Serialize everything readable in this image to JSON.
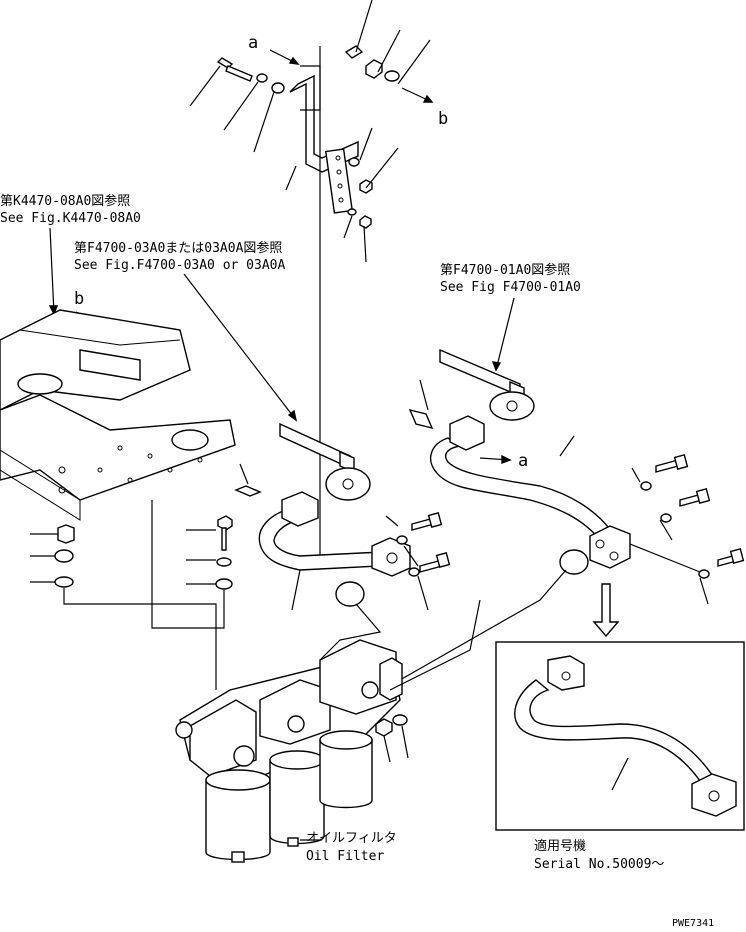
{
  "callouts": {
    "a_top": "a",
    "a_mid": "a",
    "b_top": "b",
    "b_left": "b"
  },
  "refs": {
    "k4470_jp": "第K4470-08A0図参照",
    "k4470_en": "See Fig.K4470-08A0",
    "f4700_03_jp": "第F4700-03A0または03A0A図参照",
    "f4700_03_en": "See Fig.F4700-03A0 or 03A0A",
    "f4700_01_jp": "第F4700-01A0図参照",
    "f4700_01_en": "See Fig F4700-01A0"
  },
  "filter": {
    "label_jp": "オイルフィルタ",
    "label_en": "Oil Filter"
  },
  "serial_box": {
    "label_jp": "適用号機",
    "label_en": "Serial No.50009～"
  },
  "drawing_code": "PWE7341"
}
